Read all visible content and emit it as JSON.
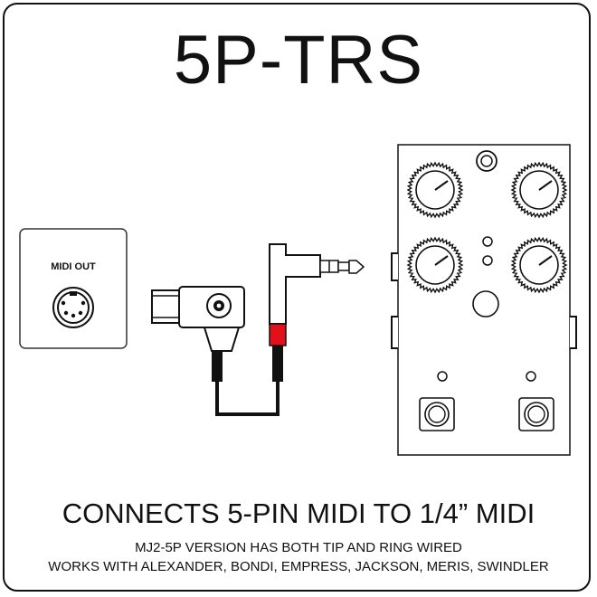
{
  "title": "5P-TRS",
  "midi_out_label": "MIDI OUT",
  "subtitle": "CONNECTS 5-PIN MIDI TO 1/4” MIDI",
  "notes": [
    "MJ2-5P VERSION HAS BOTH TIP AND RING WIRED",
    "WORKS WITH ALEXANDER, BONDI, EMPRESS, JACKSON, MERIS, SWINDLER"
  ],
  "colors": {
    "ring_band": "#e3101b",
    "line": "#111111"
  }
}
